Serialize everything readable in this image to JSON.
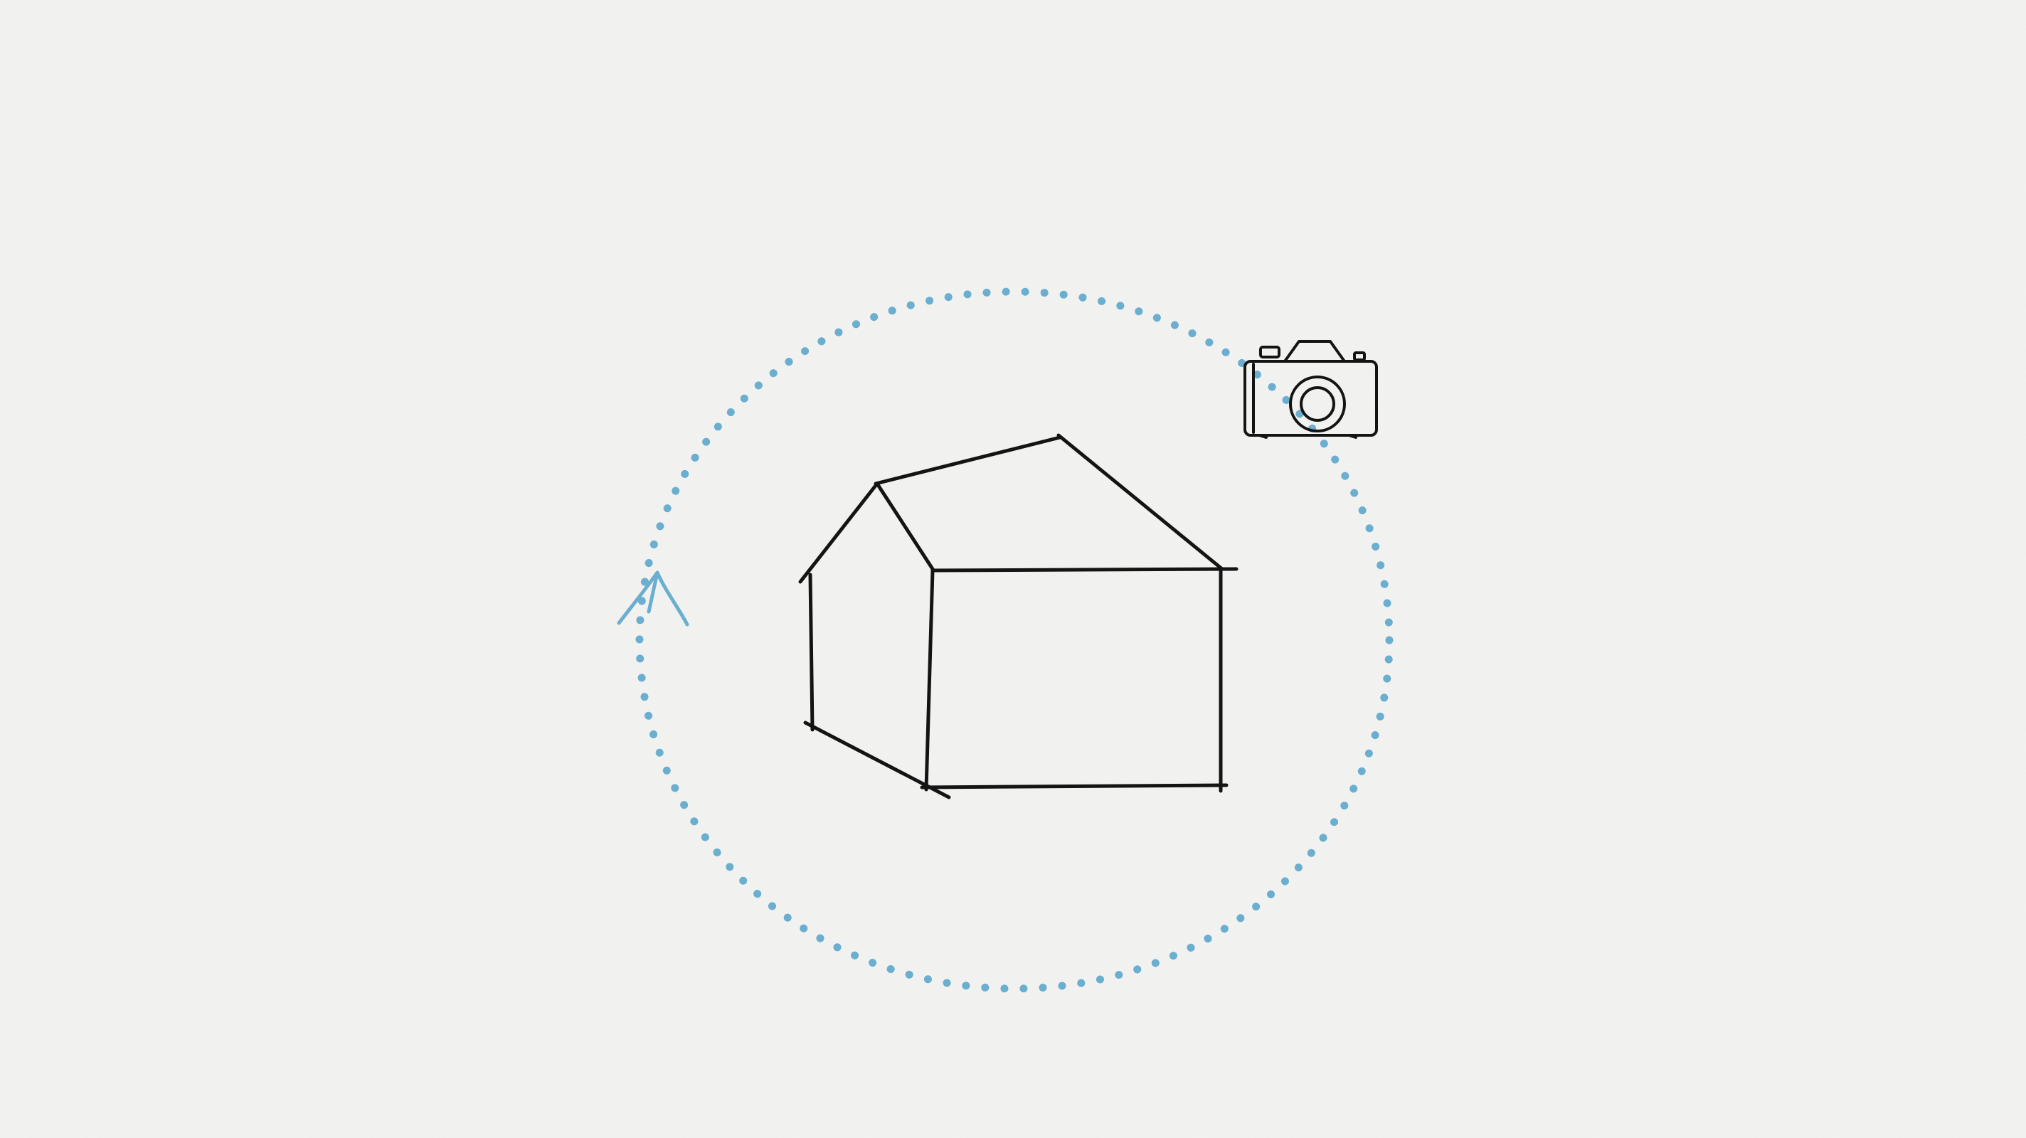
{
  "scene": {
    "background_color": "#f4f4f2",
    "ink_color": "#141414",
    "orbit_color": "#6aaed0",
    "elements": [
      {
        "name": "house-sketch",
        "icon": "house-icon"
      },
      {
        "name": "orbit-path",
        "icon": "dotted-circle"
      },
      {
        "name": "orbit-direction-arrow",
        "icon": "arrow-head-up-icon"
      },
      {
        "name": "camera-sketch",
        "icon": "camera-icon"
      }
    ]
  }
}
